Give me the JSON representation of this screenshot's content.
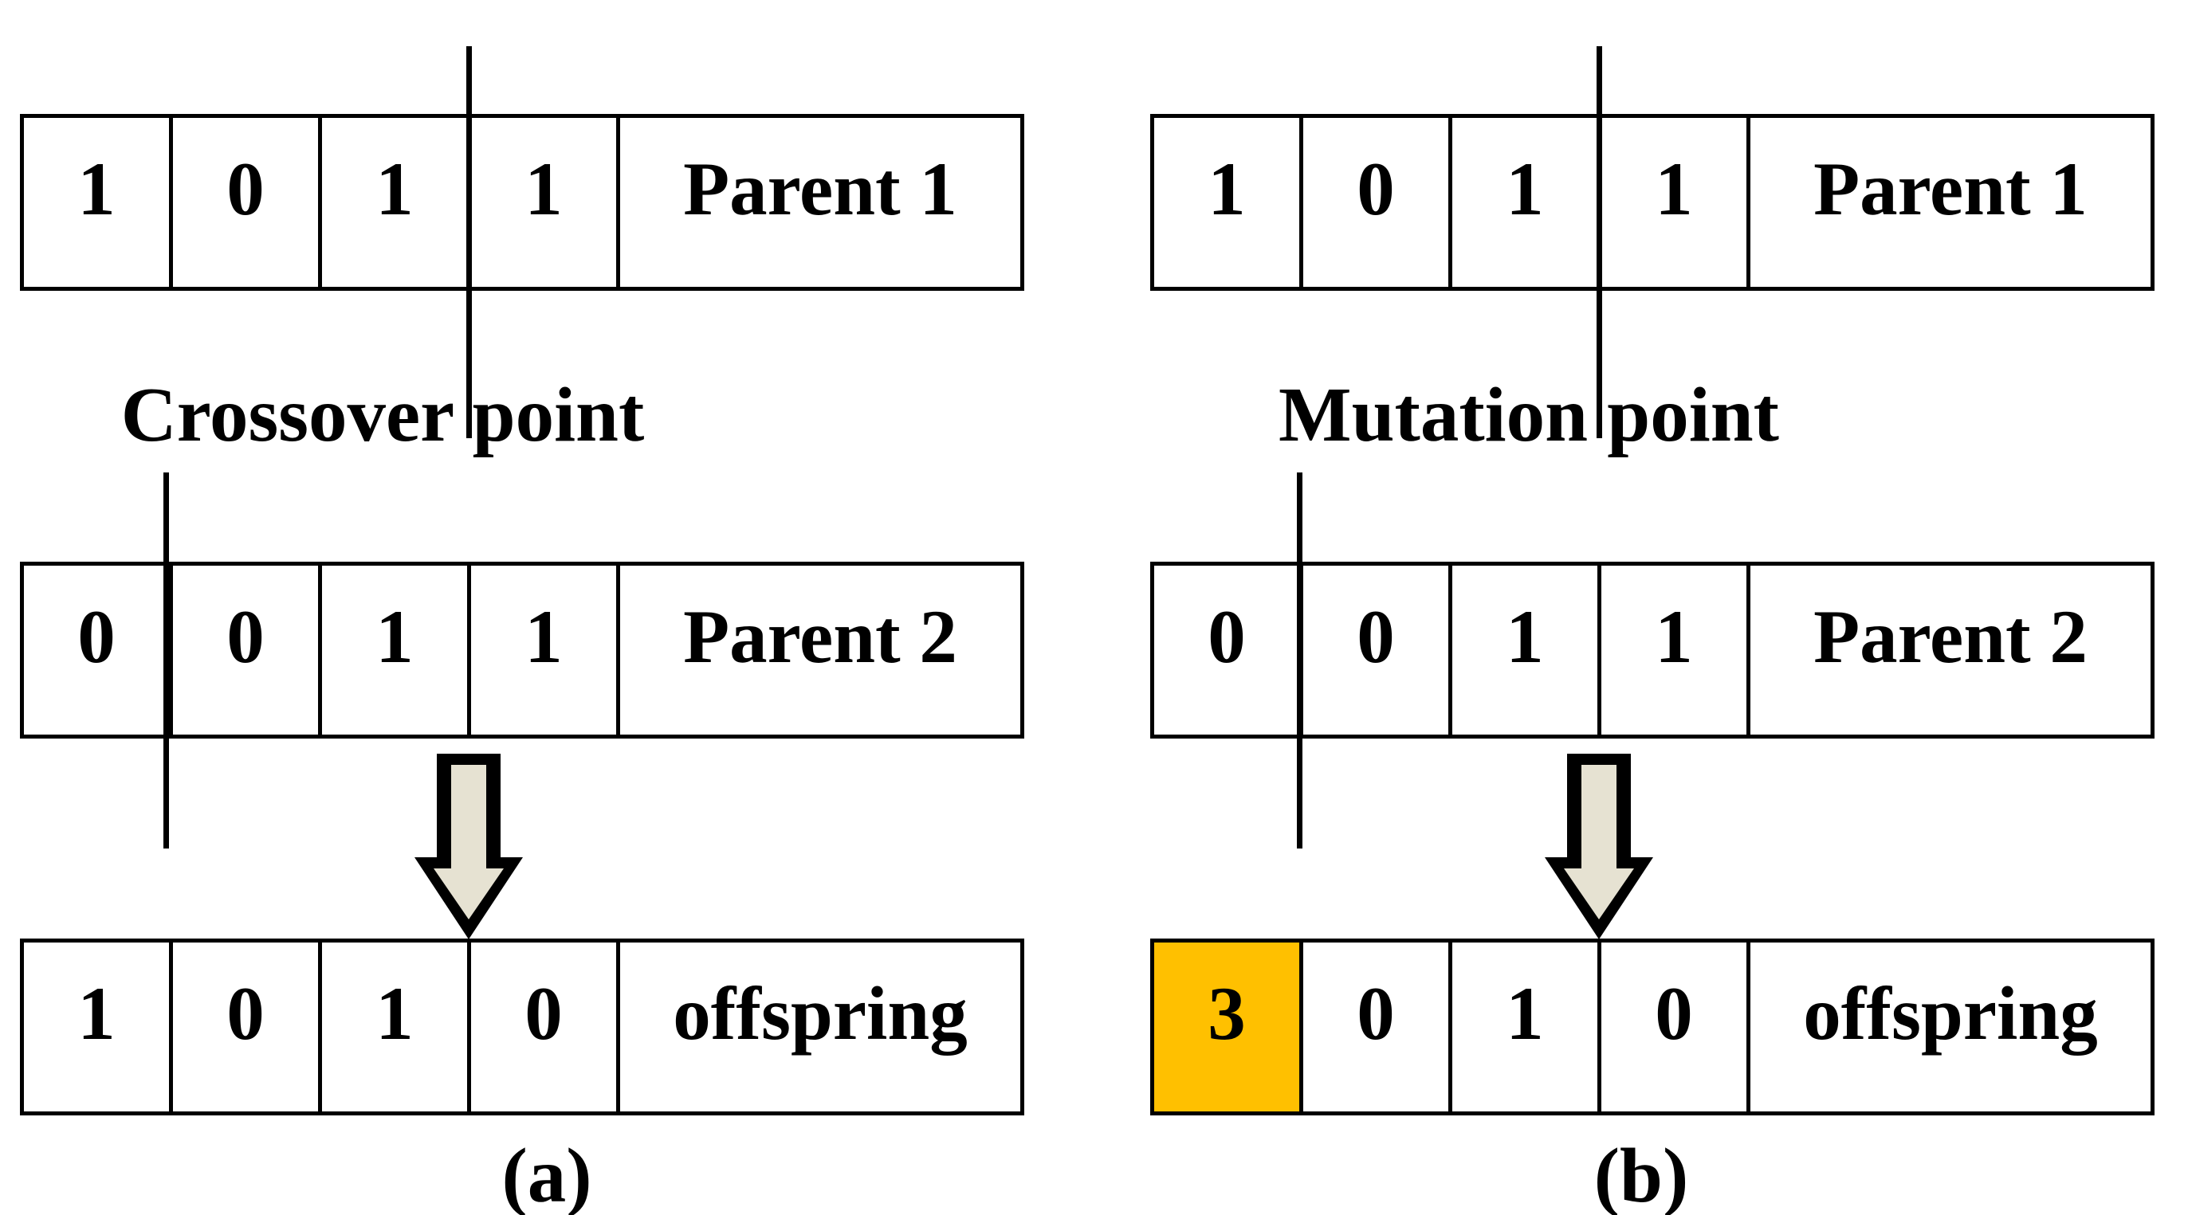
{
  "figure": {
    "type": "genetic-algorithm-operators-diagram",
    "colors": {
      "highlight": "#FFC000",
      "arrow_fill": "#E6E2D2",
      "line": "#000000",
      "background": "#FFFFFF"
    },
    "panels": [
      {
        "caption": "(a)",
        "point_label": "Crossover point",
        "rows": {
          "parent1": {
            "cells": [
              "1",
              "0",
              "1",
              "1"
            ],
            "label": "Parent 1"
          },
          "parent2": {
            "cells": [
              "0",
              "0",
              "1",
              "1"
            ],
            "label": "Parent 2"
          },
          "offspring": {
            "cells": [
              "1",
              "0",
              "1",
              "0"
            ],
            "label": "offspring"
          }
        }
      },
      {
        "caption": "(b)",
        "point_label": "Mutation point",
        "rows": {
          "parent1": {
            "cells": [
              "1",
              "0",
              "1",
              "1"
            ],
            "label": "Parent 1"
          },
          "parent2": {
            "cells": [
              "0",
              "0",
              "1",
              "1"
            ],
            "label": "Parent 2"
          },
          "offspring": {
            "cells": [
              "3",
              "0",
              "1",
              "0"
            ],
            "label": "offspring"
          }
        },
        "highlighted_offspring_cell_index": 0
      }
    ]
  }
}
